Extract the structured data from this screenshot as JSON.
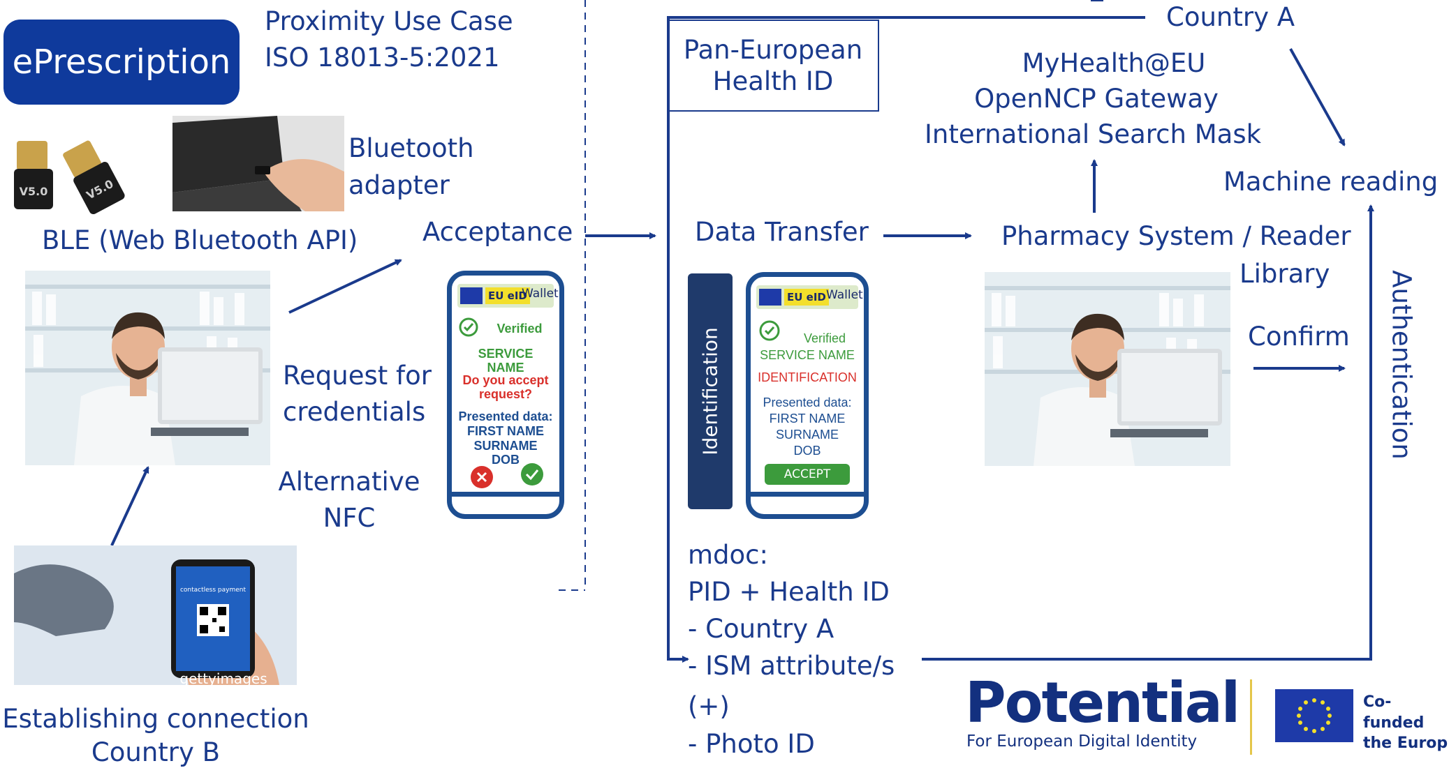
{
  "left_title": {
    "pill": "ePrescription",
    "line1": "Proximity Use Case",
    "line2": "ISO 18013-5:2021"
  },
  "bluetooth": {
    "line1": "Bluetooth",
    "line2": "adapter",
    "ble": "BLE (Web Bluetooth API)",
    "usb_label1": "V5.0",
    "usb_label2": "V5.0"
  },
  "flow_left": {
    "acceptance": "Acceptance",
    "request_line1": "Request for",
    "request_line2": "credentials",
    "alt_line1": "Alternative",
    "alt_line2": "NFC",
    "establish_line1": "Establishing connection",
    "establish_line2": "Country B"
  },
  "phone_left": {
    "wallet_tag": "EU eID",
    "wallet_label": "Wallet",
    "verified": "Verified",
    "service_line1": "SERVICE",
    "service_line2": "NAME",
    "question_line1": "Do you accept",
    "question_line2": "request?",
    "presented": "Presented data:",
    "field1": "FIRST NAME",
    "field2": "SURNAME",
    "field3": "DOB"
  },
  "scan_photo": {
    "screen_text": "contactless payment",
    "watermark": "gettyimages"
  },
  "center": {
    "id_box_line1": "Pan-European",
    "id_box_line2": "Health ID",
    "data_transfer": "Data Transfer",
    "identification": "Identification",
    "mdoc": [
      "mdoc:",
      "PID + Health ID",
      "- Country A",
      "- ISM attribute/s",
      "(+)",
      "- Photo ID"
    ]
  },
  "phone_center": {
    "wallet_tag": "EU eID",
    "wallet_label": "Wallet",
    "verified": "Verified",
    "service": "SERVICE NAME",
    "identification": "IDENTIFICATION",
    "presented": "Presented data:",
    "field1": "FIRST NAME",
    "field2": "SURNAME",
    "field3": "DOB",
    "accept": "ACCEPT"
  },
  "right": {
    "country_a": "Country A",
    "gateway_line1": "MyHealth@EU",
    "gateway_line2": "OpenNCP Gateway",
    "gateway_line3": "International Search Mask",
    "machine_reading": "Machine reading",
    "pharmacy_line1": "Pharmacy System / Reader",
    "pharmacy_line2": "Library",
    "confirm": "Confirm",
    "authentication": "Authentication"
  },
  "footer": {
    "logo": "Potential",
    "logo_sub": "For European Digital Identity",
    "cofund_line1": "Co-funded",
    "cofund_line2": "the Europ"
  },
  "colors": {
    "primary": "#1a3a8c",
    "pill": "#0f3a9c",
    "phone_border": "#1d4e91",
    "verified_green": "#3c9b3c",
    "alert_red": "#d9302b"
  }
}
